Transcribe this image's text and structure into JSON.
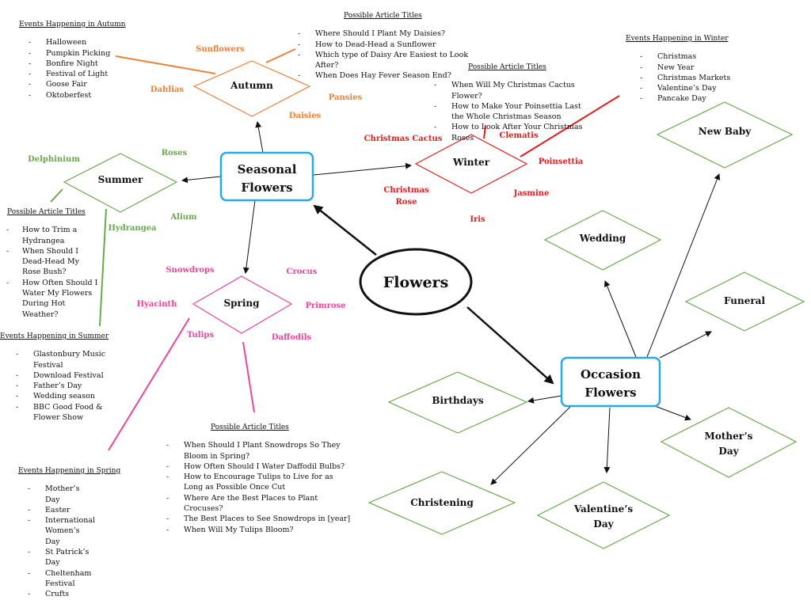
{
  "central": {
    "label": "Flowers"
  },
  "seasonal": {
    "line1": "Seasonal",
    "line2": "Flowers"
  },
  "occasion": {
    "line1": "Occasion",
    "line2": "Flowers"
  },
  "seasons": {
    "autumn": "Autumn",
    "summer": "Summer",
    "spring": "Spring",
    "winter": "Winter"
  },
  "occasions": {
    "wedding": "Wedding",
    "new_baby": "New Baby",
    "funeral": "Funeral",
    "mothers_day": {
      "line1": "Mother’s",
      "line2": "Day"
    },
    "valentines_day": {
      "line1": "Valentine’s",
      "line2": "Day"
    },
    "christening": "Christening",
    "birthdays": "Birthdays"
  },
  "flowers": {
    "autumn": {
      "sunflowers": "Sunflowers",
      "dahlias": "Dahlias",
      "pansies": "Pansies",
      "daisies": "Daisies"
    },
    "summer": {
      "delphinium": "Delphinium",
      "roses": "Roses",
      "alium": "Alium",
      "hydrangea": "Hydrangea"
    },
    "spring": {
      "snowdrops": "Snowdrops",
      "crocus": "Crocus",
      "hyacinth": "Hyacinth",
      "primrose": "Primrose",
      "tulips": "Tulips",
      "daffodils": "Daffodils"
    },
    "winter": {
      "christmas_cactus": "Christmas Cactus",
      "clematis": "Clematis",
      "poinsettia": "Poinsettia",
      "christmas": "Christmas",
      "rose": "Rose",
      "jasmine": "Jasmine",
      "iris": "Iris"
    }
  },
  "colors": {
    "autumn": "#e8823a",
    "summer": "#6aa84f",
    "spring": "#e8479a",
    "winter": "#e02020",
    "box_border": "#29a9e0",
    "occasion_diamond": "#6aa84f"
  },
  "blocks": {
    "autumn_events": {
      "heading": "Events Happening in Autumn",
      "items": [
        "Halloween",
        "Pumpkin Picking",
        "Bonfire Night",
        "Festival of Light",
        "Goose Fair",
        "Oktoberfest"
      ]
    },
    "autumn_articles": {
      "heading": "Possible Article Titles",
      "items": [
        "Where Should I Plant My Daisies?",
        "How to Dead-Head a Sunflower",
        "Which type of Daisy Are Easiest to Look After?",
        "When Does Hay Fever Season End?"
      ]
    },
    "winter_articles": {
      "heading": "Possible Article Titles",
      "items": [
        "When Will My Christmas Cactus Flower?",
        "How to Make Your Poinsettia Last the Whole Christmas Season",
        "How to Look After Your Christmas Roses"
      ]
    },
    "winter_events": {
      "heading": "Events Happening in Winter",
      "items": [
        "Christmas",
        "New Year",
        "Christmas Markets",
        "Valentine’s Day",
        "Pancake Day"
      ]
    },
    "summer_articles": {
      "heading": "Possible Article Titles",
      "items": [
        "How to Trim a Hydrangea",
        "When Should I Dead-Head My Rose Bush?",
        "How Often Should I Water My Flowers During Hot Weather?"
      ]
    },
    "summer_events": {
      "heading": "Events Happening in Summer",
      "items": [
        "Glastonbury Music Festival",
        "Download Festival",
        "Father’s Day",
        "Wedding season",
        "BBC Good Food & Flower Show"
      ]
    },
    "spring_articles": {
      "heading": "Possible Article Titles",
      "items": [
        "When Should I Plant Snowdrops So They Bloom in Spring?",
        "How Often Should I Water Daffodil Bulbs?",
        "How to Encourage Tulips to Live for as Long as Possible Once Cut",
        "Where Are the Best Places to Plant Crocuses?",
        "The Best Places to See Snowdrops in [year]",
        "When Will My Tulips Bloom?"
      ]
    },
    "spring_events": {
      "heading": "Events Happening in Spring",
      "items": [
        "Mother’s Day",
        "Easter",
        "International Women’s Day",
        "St Patrick’s Day",
        "Cheltenham Festival",
        "Crufts"
      ]
    }
  }
}
